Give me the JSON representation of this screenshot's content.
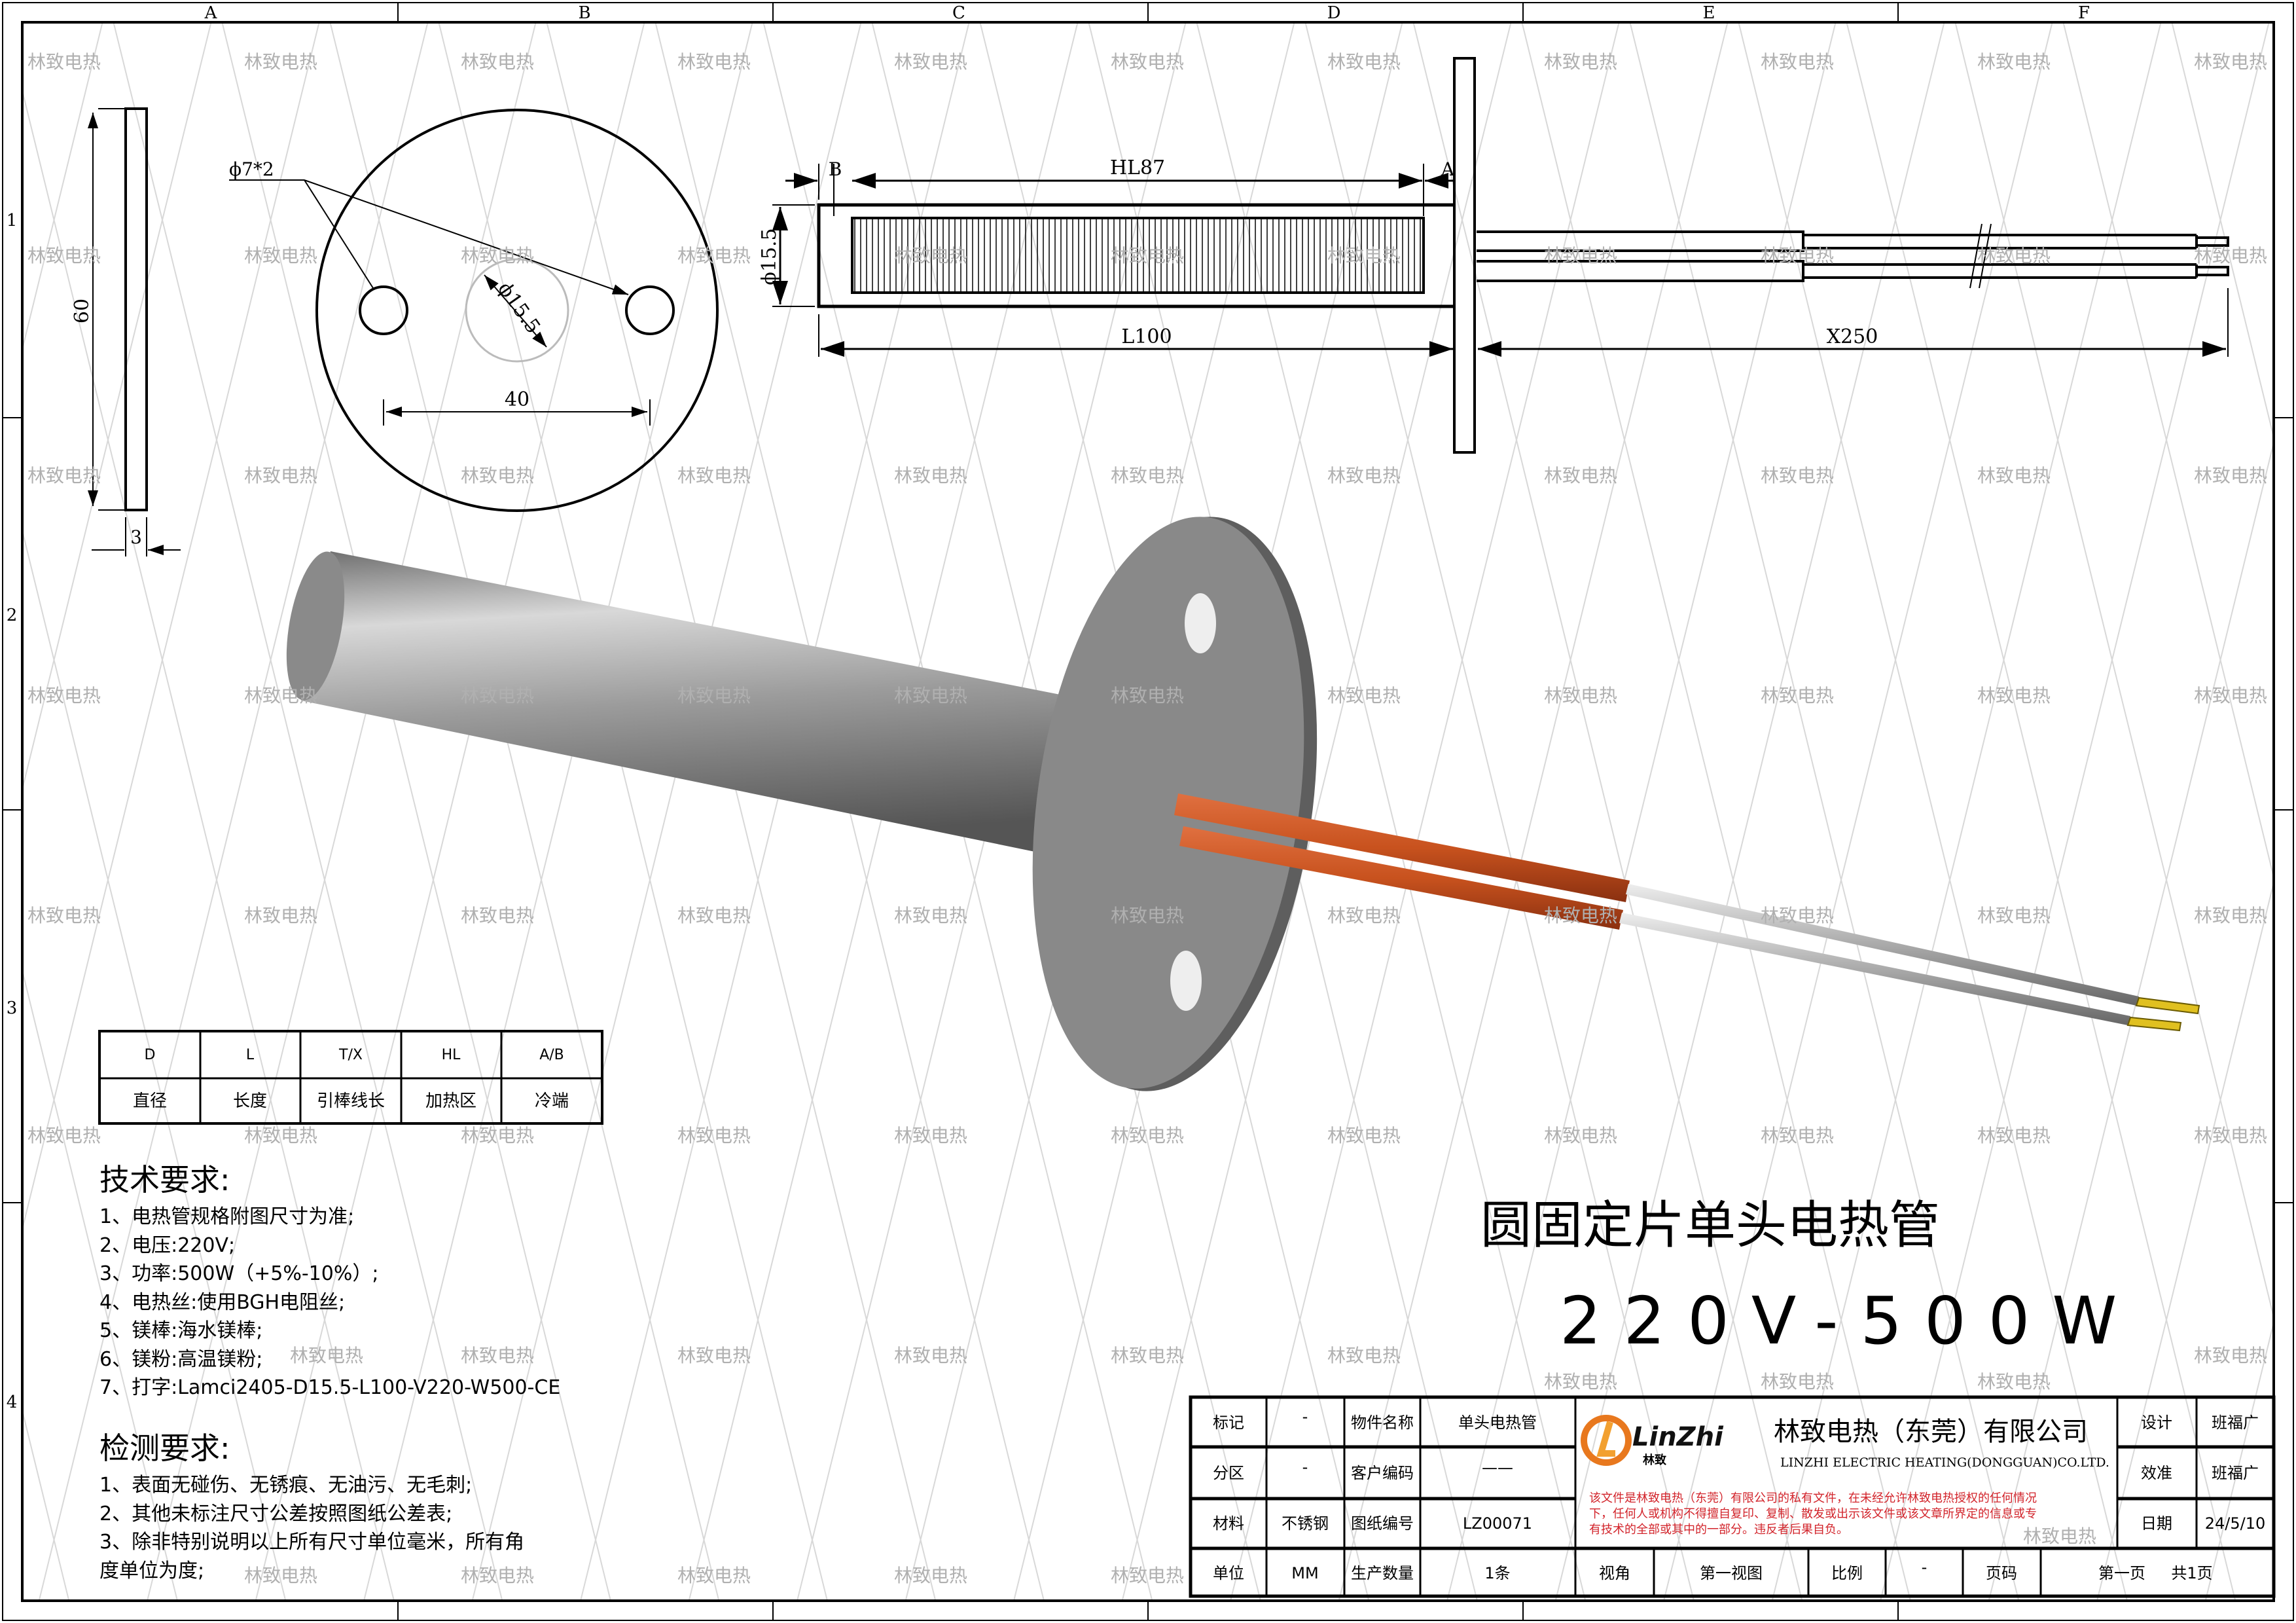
{
  "grid": {
    "columns": [
      "A",
      "B",
      "C",
      "D",
      "E",
      "F"
    ],
    "rows": [
      "1",
      "2",
      "3",
      "4"
    ]
  },
  "watermark": "林致电热",
  "views": {
    "side_plate": {
      "height_dim": "60",
      "thickness_dim": "3"
    },
    "front_plate": {
      "hole_label": "ϕ7*2",
      "inner_dia": "ϕ15.5",
      "hole_spacing": "40"
    },
    "tube_view": {
      "B": "B",
      "HL": "HL87",
      "A": "A",
      "dia": "ϕ15.5",
      "L": "L100",
      "X": "X250"
    }
  },
  "param_table": {
    "headers": [
      "D",
      "L",
      "T/X",
      "HL",
      "A/B"
    ],
    "labels": [
      "直径",
      "长度",
      "引棒线长",
      "加热区",
      "冷端"
    ]
  },
  "tech": {
    "title": "技术要求:",
    "items": [
      "1、电热管规格附图尺寸为准;",
      "2、电压:220V;",
      "3、功率:500W（+5%-10%）;",
      "4、电热丝:使用BGH电阻丝;",
      "5、镁棒:海水镁棒;",
      "6、镁粉:高温镁粉;",
      "7、打字:Lamci2405-D15.5-L100-V220-W500-CE"
    ]
  },
  "inspect": {
    "title": "检测要求:",
    "items": [
      "1、表面无碰伤、无锈痕、无油污、无毛刺;",
      "2、其他未标注尺寸公差按照图纸公差表;",
      "3、除非特别说明以上所有尺寸单位毫米，所有角",
      "度单位为度;"
    ]
  },
  "product": {
    "name": "圆固定片单头电热管",
    "spec": "220V-500W"
  },
  "title_block": {
    "mark_label": "标记",
    "mark_value": "-",
    "zone_label": "分区",
    "zone_value": "-",
    "material_label": "材料",
    "material_value": "不锈钢",
    "unit_label": "单位",
    "unit_value": "MM",
    "part_name_label": "物件名称",
    "part_name_value": "单头电热管",
    "customer_code_label": "客户编码",
    "customer_code_value": "——",
    "drawing_no_label": "图纸编号",
    "drawing_no_value": "LZ00071",
    "qty_label": "生产数量",
    "qty_value": "1条",
    "view_label": "视角",
    "view_value": "第一视图",
    "scale_label": "比例",
    "scale_value": "-",
    "page_label": "页码",
    "page_value": "第一页",
    "page_total": "共1页",
    "design_label": "设计",
    "design_value": "班福广",
    "check_label": "效准",
    "check_value": "班福广",
    "date_label": "日期",
    "date_value": "24/5/10",
    "company_cn": "林致电热（东莞）有限公司",
    "company_en": "LINZHI ELECTRIC HEATING(DONGGUAN)CO.LTD.",
    "logo_text": "LinZhi",
    "logo_sub": "林致",
    "notice": [
      "该文件是林致电热（东莞）有限公司的私有文件，在未经允许林致电热授权的任何情况",
      "下，任何人或机构不得擅自复印、复制、散发或出示该文件或该文章所界定的信息或专",
      "有技术的全部或其中的一部分。违反者后果自负。"
    ]
  },
  "colors": {
    "wire_orange": "#c8521e",
    "notice_red": "#d2232a",
    "logo_orange": "#e8781e",
    "steel": "#9a9a9a"
  }
}
